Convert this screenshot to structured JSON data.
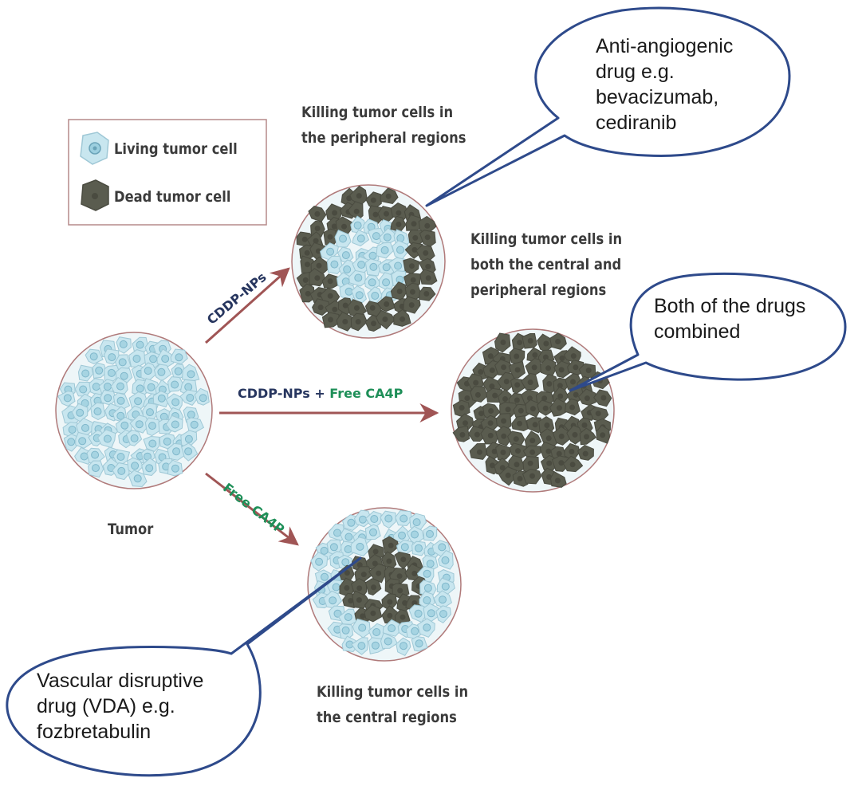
{
  "legend": {
    "living": "Living tumor cell",
    "dead": "Dead tumor cell"
  },
  "tumor_label": "Tumor",
  "outcomes": {
    "peripheral": [
      "Killing tumor cells in",
      "the peripheral regions"
    ],
    "both": [
      "Killing tumor cells in",
      "both the central and",
      "peripheral regions"
    ],
    "central": [
      "Killing tumor cells in",
      "the central regions"
    ]
  },
  "arrows": {
    "top": "CDDP-NPs",
    "middle_part1": "CDDP-NPs",
    "middle_plus": " + ",
    "middle_part2": "Free CA4P",
    "bottom": "Free CA4P"
  },
  "bubbles": {
    "anti_angiogenic": [
      "Anti-angiogenic",
      "drug e.g.",
      "bevacizumab,",
      "cediranib"
    ],
    "combined": [
      "Both of the drugs",
      "combined"
    ],
    "vda": [
      "Vascular disruptive",
      "drug (VDA) e.g.",
      "fozbretabulin"
    ]
  },
  "colors": {
    "living_cell": "#c8e6ef",
    "living_nucleus": "#7fb7cb",
    "dead_cell": "#5a5c4f",
    "dead_nucleus": "#4a4b40",
    "arrow": "#a05555",
    "bubble_stroke": "#2e4a8b",
    "navy_label": "#27365f",
    "green_label": "#1e8f58"
  }
}
